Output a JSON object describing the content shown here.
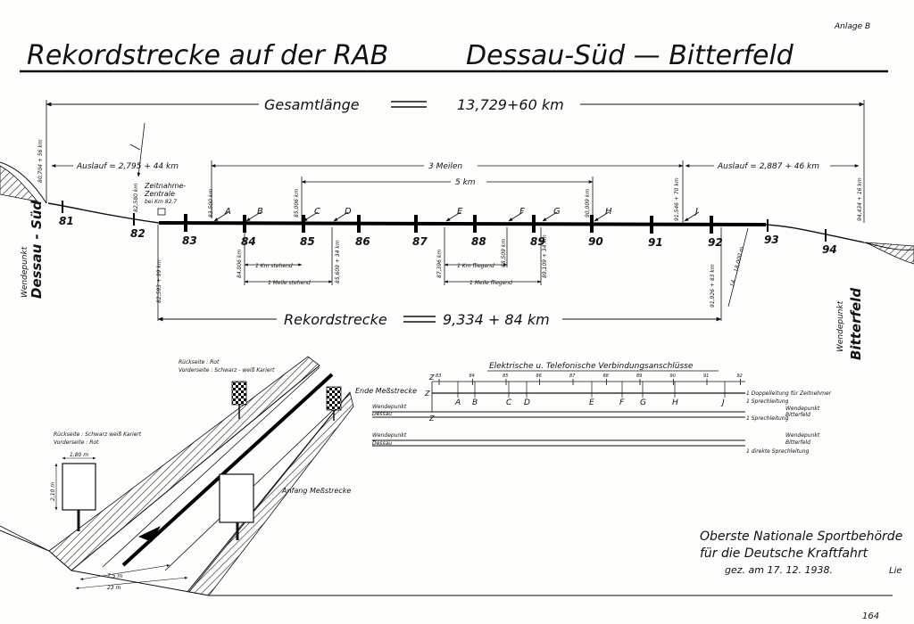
{
  "header": {
    "title_left": "Rekordstrecke auf der RAB",
    "title_right": "Dessau-Süd — Bitterfeld",
    "corner_mark": "Anlage B"
  },
  "total_length": {
    "label": "Gesamtlänge",
    "value": "13,729+60 km"
  },
  "runouts": {
    "left": "Auslauf = 2,795 + 44 km",
    "right": "Auslauf = 2,887 + 46 km",
    "mid_top": "3 Meilen",
    "mid_inner": "5 km"
  },
  "endpoints": {
    "left_label": "Wendepunkt",
    "left_name": "Dessau - Süd",
    "right_label": "Wendepunkt",
    "right_name": "Bitterfeld",
    "left_km": "80,704 + 56 km",
    "right_km": "94,434 + 16 km"
  },
  "timing_centre": {
    "line1": "Zeitnahme-",
    "line2": "Zentrale",
    "line3": "bei Km 82,7",
    "km": "82,580 km"
  },
  "km_markers": [
    "81",
    "82",
    "83",
    "84",
    "85",
    "86",
    "87",
    "88",
    "89",
    "90",
    "91",
    "92",
    "93",
    "94"
  ],
  "stations": [
    "A",
    "B",
    "C",
    "D",
    "E",
    "F",
    "G",
    "H",
    "J"
  ],
  "station_km_top": {
    "a": "83,500 km",
    "c": "85,006 km",
    "h": "90,009 km",
    "j": "91,546 + 70 km"
  },
  "station_km_bottom": {
    "start": "82,593 + 99 km",
    "b": "84,006 km",
    "d": "85,609 + 34 km",
    "e": "87,396 km",
    "f": "88,509 km",
    "g": "89,109 + 34 km",
    "end": "91,926 + 83 km",
    "far": "14 ... 18,000 m"
  },
  "sub_sections": {
    "km_standing": "1 Km stehend",
    "mile_standing": "1 Meile stehend",
    "km_flying": "1 Km fliegend",
    "mile_flying": "1 Meile fliegend"
  },
  "record_section": {
    "label": "Rekordstrecke",
    "value": "9,334 + 84 km"
  },
  "sign_notes": {
    "back_label": "Rückseite : Rot",
    "front_label": "Vorderseite : Schwarz - weiß Kariert",
    "back_label_2": "Rückseite : Schwarz weiß Kariert",
    "front_label_2": "Vorderseite : Rot",
    "end_label": "Ende Meßstrecke",
    "start_label": "Anfang Meßstrecke",
    "dim_width": "1,80 m",
    "dim_height": "2,10 m",
    "dim_lane": "7,5 m",
    "dim_road": "23 m"
  },
  "wiring": {
    "title": "Elektrische u. Telefonische Verbindungsanschlüsse",
    "z_label": "Z",
    "km_ticks": [
      "83",
      "84",
      "85",
      "86",
      "87",
      "88",
      "89",
      "90",
      "91",
      "92"
    ],
    "row1_label": "Wendepunkt",
    "row1_sub": "Dessau",
    "row2_label": "Wendepunkt",
    "row2_sub": "Dessau",
    "note1": "1 Doppelleitung für Zeitnehmer",
    "note2": "1 Sprechleitung",
    "note3": "Wendepunkt",
    "note3b": "Bitterfeld",
    "note4": "1 Sprechleitung",
    "note5": "Wendepunkt",
    "note5b": "Bitterfeld",
    "note6": "1 direkte Sprechleitung"
  },
  "footer": {
    "line1": "Oberste Nationale Sportbehörde",
    "line2": "für die Deutsche Kraftfahrt",
    "date": "gez. am 17. 12. 1938.",
    "initials": "Lie",
    "page_no": "164"
  }
}
